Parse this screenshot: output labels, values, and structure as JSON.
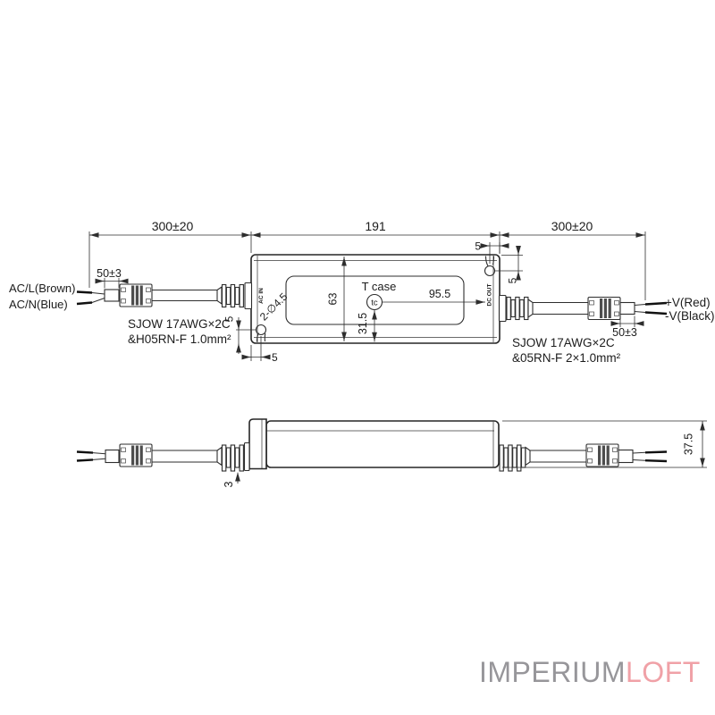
{
  "top_view": {
    "dim_cable_left": "300±20",
    "dim_body_length": "191",
    "dim_cable_right": "300±20",
    "dim_lead_left": "50±3",
    "dim_lead_right": "50±3",
    "dim_height": "63",
    "dim_tc_from_end": "95.5",
    "dim_tc_from_bottom": "31.5",
    "dim_hole": "2-∅4.5",
    "dim_slot_offset": "5",
    "label_ac_line": "AC/L(Brown)",
    "label_ac_neutral": "AC/N(Blue)",
    "label_v_plus": "+V(Red)",
    "label_v_minus": "-V(Black)",
    "spec_input_1": "SJOW 17AWG×2C",
    "spec_input_2": "&H05RN-F 1.0mm²",
    "spec_output_1": "SJOW 17AWG×2C",
    "spec_output_2": "&05RN-F 2×1.0mm²",
    "label_ac_in": "AC IN",
    "label_dc_out": "DC OUT",
    "label_tcase": "T case",
    "label_tc": "tc"
  },
  "side_view": {
    "dim_height": "37.5",
    "dim_gland_offset": "3"
  },
  "watermark": {
    "part_primary": "IMPERIUM",
    "part_accent": "LOFT",
    "color_primary": "#97969a",
    "color_accent": "#f0a1a7"
  }
}
